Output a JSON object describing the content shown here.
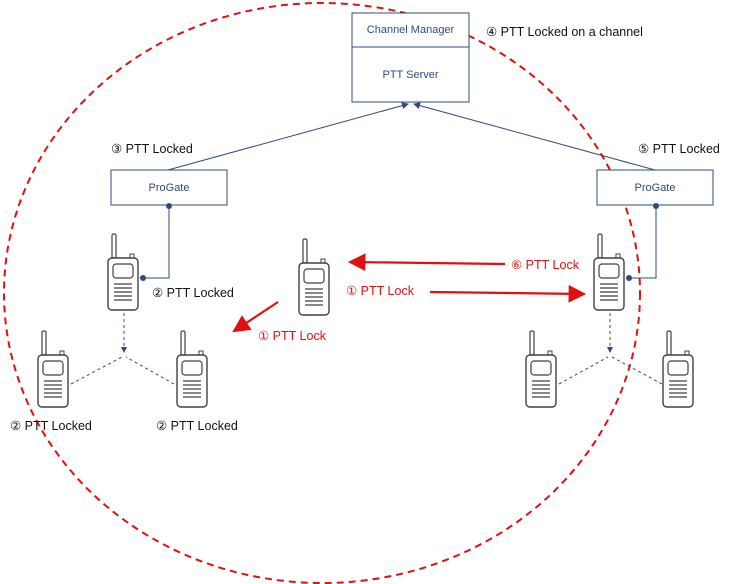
{
  "server": {
    "top_label": "Channel Manager",
    "bottom_label": "PTT Server"
  },
  "gateways": {
    "left": "ProGate",
    "right": "ProGate"
  },
  "labels": {
    "step3": "③ PTT Locked",
    "step4": "④ PTT Locked on a channel",
    "step5": "⑤ PTT Locked",
    "step2_left_gateway_radio": "② PTT Locked",
    "step2_left_radio_a": "② PTT Locked",
    "step2_left_radio_b": "② PTT Locked",
    "step6": "⑥ PTT Lock",
    "step1_right": "① PTT Lock",
    "step1_left": "① PTT Lock"
  },
  "colors": {
    "box_border": "#2f4b7c",
    "box_text": "#2f4b7c",
    "link_line": "#2f4b7c",
    "dashed_circle": "#e01010",
    "arrow_red": "#e01010",
    "radio_outline": "#404040"
  }
}
